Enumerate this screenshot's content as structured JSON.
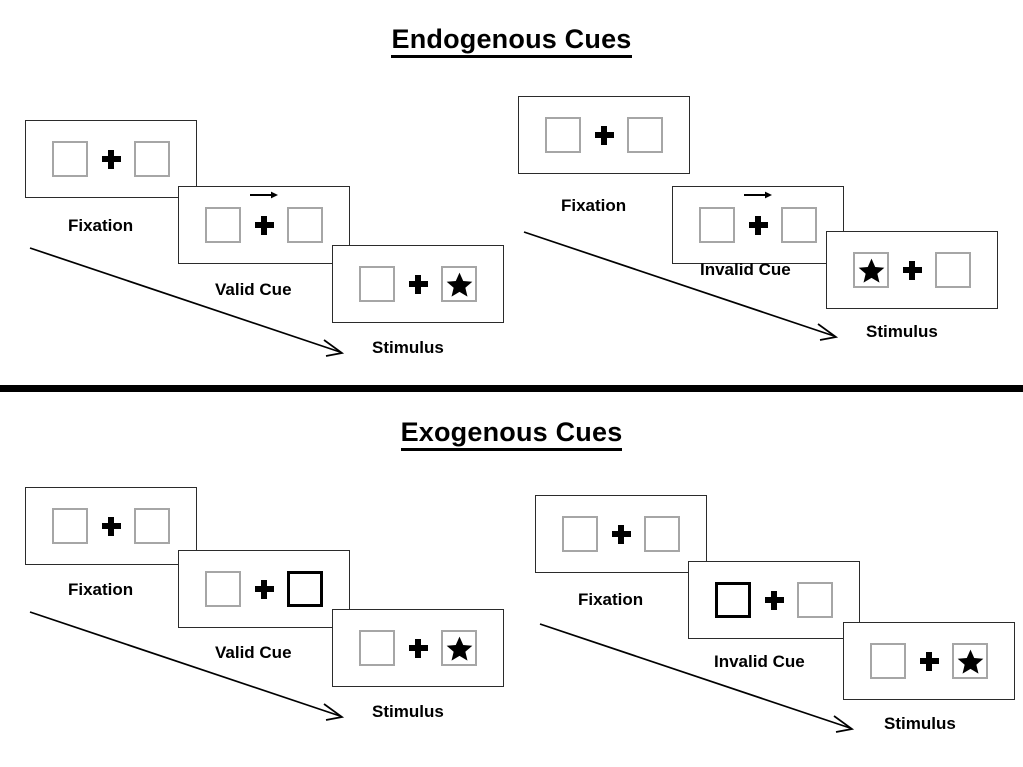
{
  "sections": [
    {
      "title": "Endogenous Cues",
      "cue_type": "arrow",
      "sequences": [
        {
          "name": "valid",
          "frames": [
            {
              "label": "Fixation",
              "cue_side": "none",
              "cue_glyph": "none",
              "target_side": "none"
            },
            {
              "label": "Valid Cue",
              "cue_side": "right",
              "cue_glyph": "arrow-right-icon",
              "target_side": "none"
            },
            {
              "label": "Stimulus",
              "cue_side": "none",
              "cue_glyph": "none",
              "target_side": "right"
            }
          ]
        },
        {
          "name": "invalid",
          "frames": [
            {
              "label": "Fixation",
              "cue_side": "none",
              "cue_glyph": "none",
              "target_side": "none"
            },
            {
              "label": "Invalid Cue",
              "cue_side": "right",
              "cue_glyph": "arrow-right-icon",
              "target_side": "none"
            },
            {
              "label": "Stimulus",
              "cue_side": "none",
              "cue_glyph": "none",
              "target_side": "left"
            }
          ]
        }
      ]
    },
    {
      "title": "Exogenous Cues",
      "cue_type": "box-flash",
      "sequences": [
        {
          "name": "valid",
          "frames": [
            {
              "label": "Fixation",
              "cue_side": "none",
              "cue_glyph": "none",
              "target_side": "none"
            },
            {
              "label": "Valid Cue",
              "cue_side": "right",
              "cue_glyph": "thick-box-icon",
              "target_side": "none"
            },
            {
              "label": "Stimulus",
              "cue_side": "none",
              "cue_glyph": "none",
              "target_side": "right"
            }
          ]
        },
        {
          "name": "invalid",
          "frames": [
            {
              "label": "Fixation",
              "cue_side": "none",
              "cue_glyph": "none",
              "target_side": "none"
            },
            {
              "label": "Invalid Cue",
              "cue_side": "left",
              "cue_glyph": "thick-box-icon",
              "target_side": "none"
            },
            {
              "label": "Stimulus",
              "cue_side": "none",
              "cue_glyph": "none",
              "target_side": "right"
            }
          ]
        }
      ]
    }
  ],
  "colors": {
    "placeholder_border": "#a6a6a6",
    "frame_border": "#2b2b2b",
    "ink": "#000000",
    "background": "#ffffff"
  }
}
